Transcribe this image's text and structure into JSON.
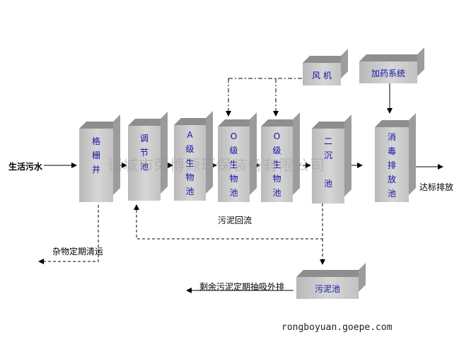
{
  "diagram": {
    "watermark": "诸城市荣博源环保装备有限公司",
    "url": "rongboyuan.goepe.com",
    "input_label": "生活污水",
    "output_label": "达标排放",
    "sludge_return_label": "污泥回流",
    "debris_label": "杂物定期清运",
    "excess_sludge_label": "剩余污泥定期抽吸外排",
    "nodes": {
      "grating_well": "格\n栅\n井",
      "regulating_tank": "调\n节\n池",
      "a_tank": "A\n级\n生\n物\n池",
      "o_tank_1": "O\n级\n生\n物\n池",
      "o_tank_2": "O\n级\n生\n物\n池",
      "secondary_clarifier": "二\n沉\n\n池",
      "disinfection_tank": "消\n毒\n排\n放\n池",
      "blower": "风  机",
      "dosing_system": "加药系统",
      "sludge_tank": "污泥池"
    }
  }
}
